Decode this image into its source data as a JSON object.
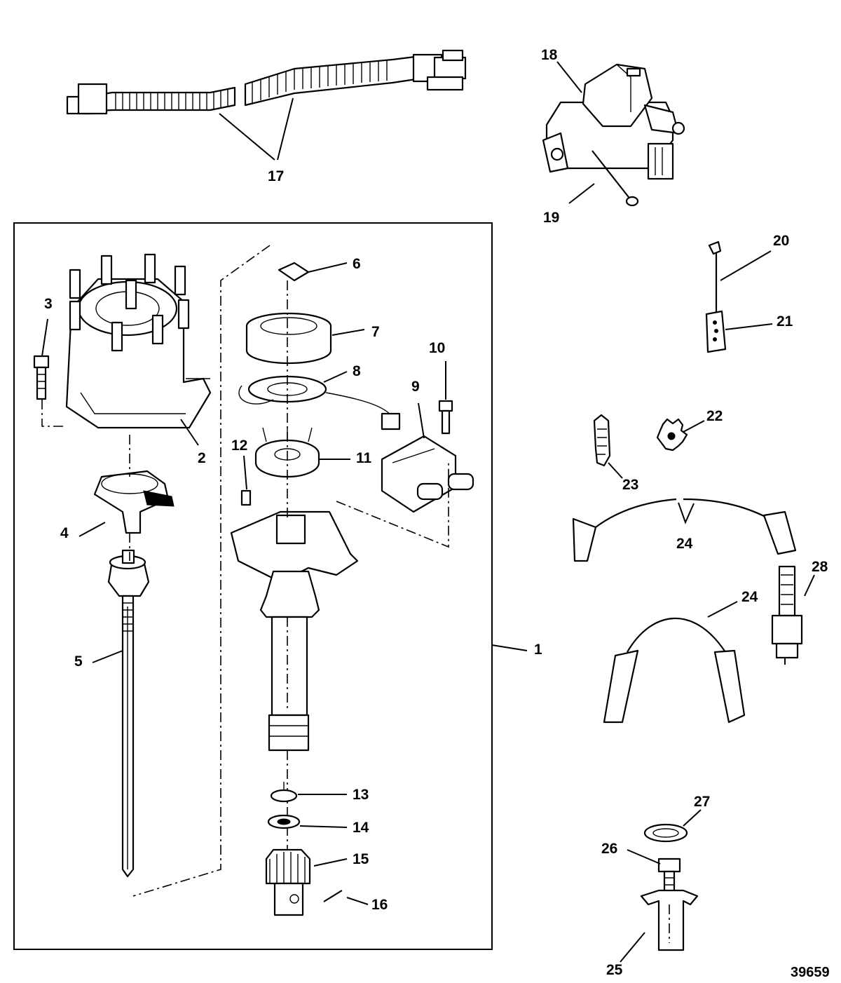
{
  "figure_number": "39659",
  "callouts": [
    "1",
    "2",
    "3",
    "4",
    "5",
    "6",
    "7",
    "8",
    "9",
    "10",
    "11",
    "12",
    "13",
    "14",
    "15",
    "16",
    "17",
    "18",
    "19",
    "20",
    "21",
    "22",
    "23",
    "24",
    "25",
    "26",
    "27",
    "28"
  ],
  "callout_24_second": "24"
}
